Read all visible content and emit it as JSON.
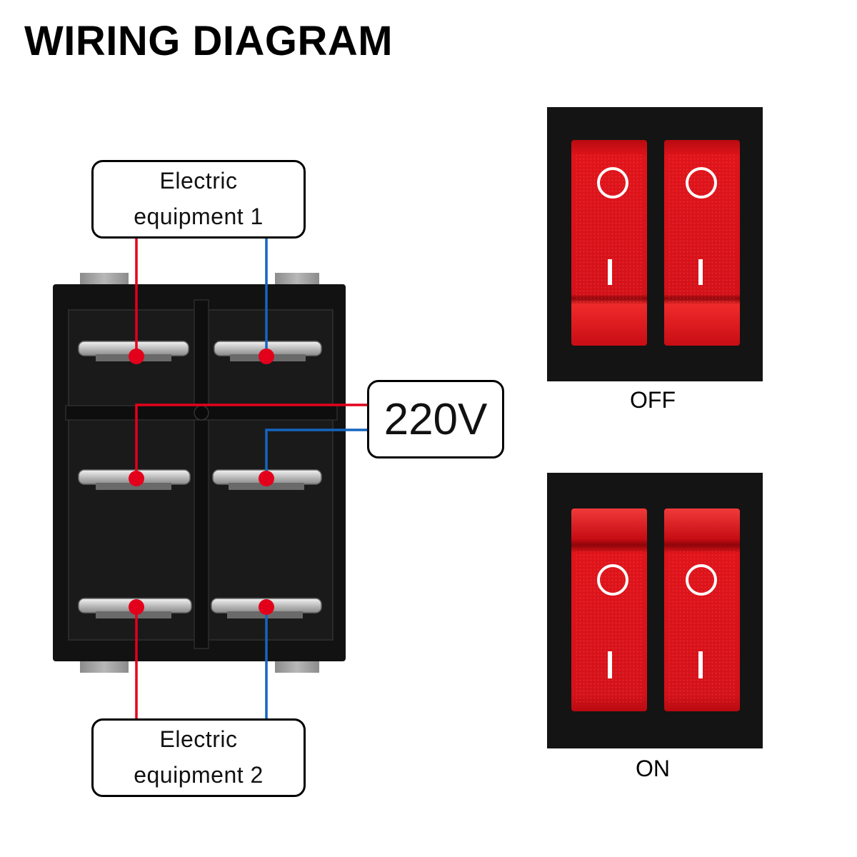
{
  "title": "WIRING DIAGRAM",
  "equipment_1": {
    "line1": "Electric",
    "line2": "equipment 1"
  },
  "equipment_2": {
    "line1": "Electric",
    "line2": "equipment 2"
  },
  "voltage": "220V",
  "switch_states": {
    "off_label": "OFF",
    "on_label": "ON"
  },
  "rocker_symbols": {
    "off": "O",
    "on": "I"
  },
  "colors": {
    "live_wire": "#e3001b",
    "neutral_wire": "#1565c0",
    "switch_body": "#111111",
    "rocker_red": "#d8121a",
    "terminal_tab": "#9a9a9a"
  }
}
